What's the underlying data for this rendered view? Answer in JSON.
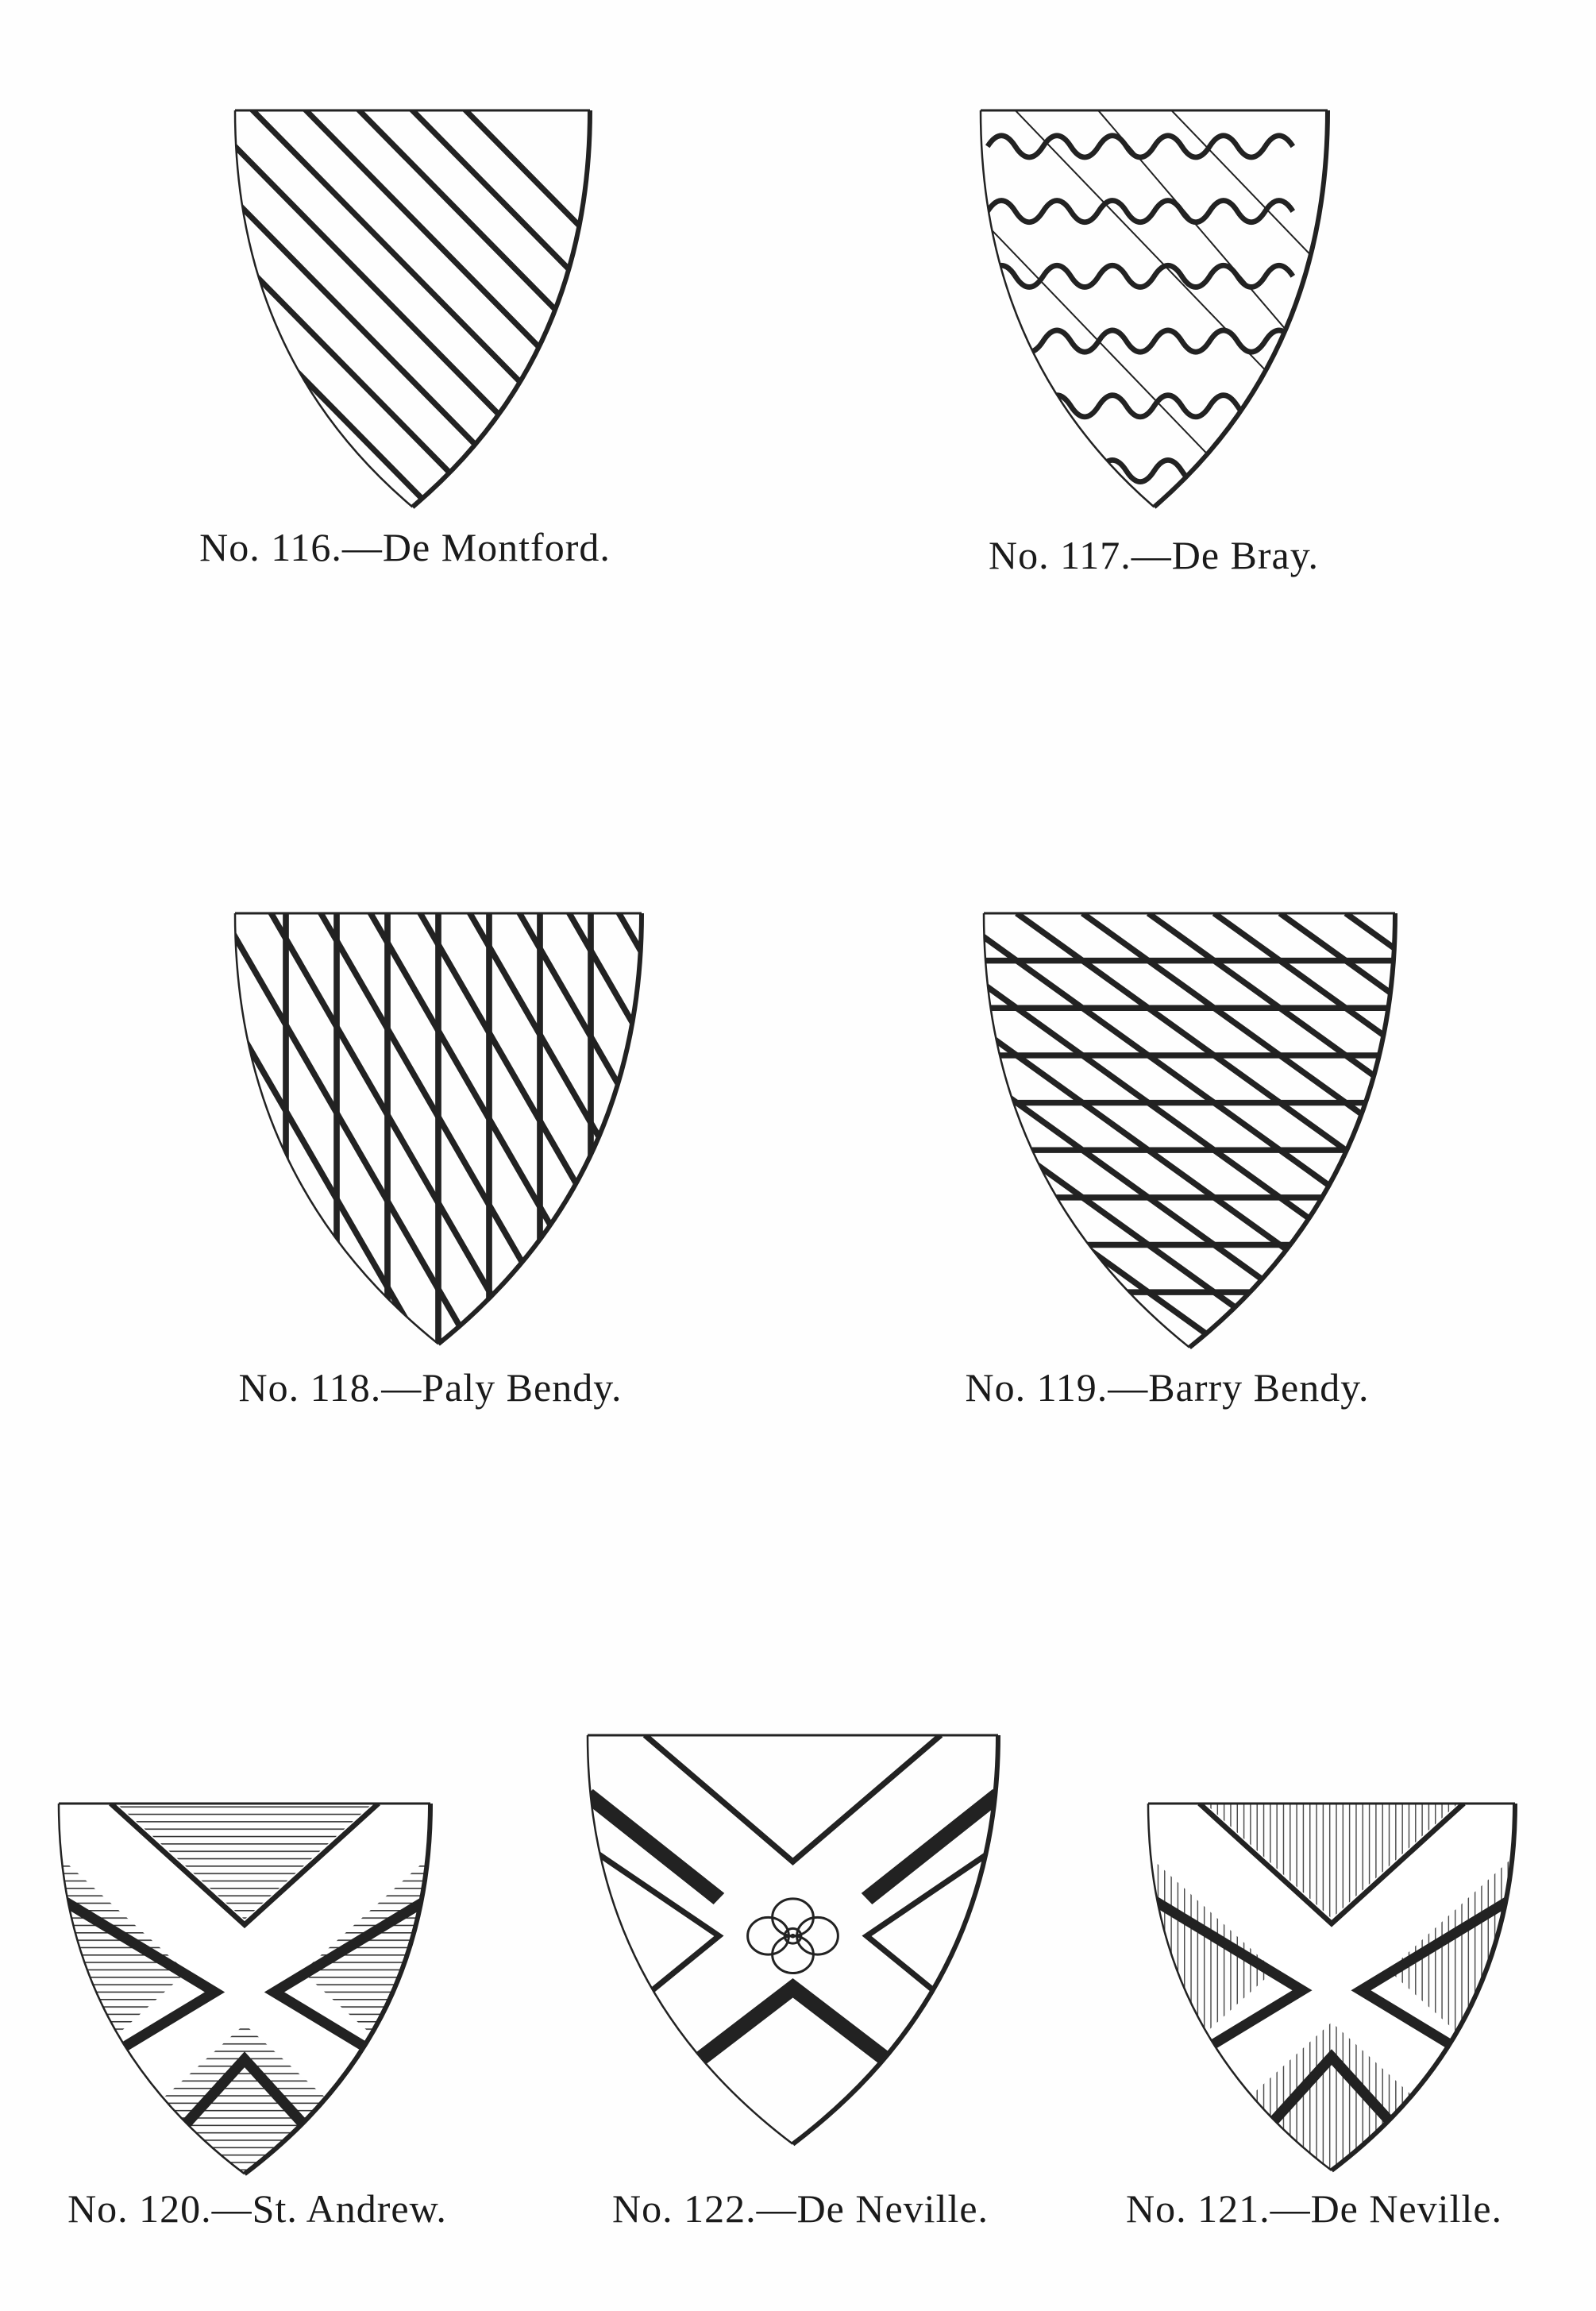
{
  "figures": [
    {
      "caption": "No. 116.—De Montford."
    },
    {
      "caption": "No. 117.—De Bray."
    },
    {
      "caption": "No. 118.—Paly Bendy."
    },
    {
      "caption": "No. 119.—Barry Bendy."
    },
    {
      "caption": "No. 120.—St. Andrew."
    },
    {
      "caption": "No. 122.—De Neville."
    },
    {
      "caption": "No. 121.—De Neville."
    }
  ]
}
